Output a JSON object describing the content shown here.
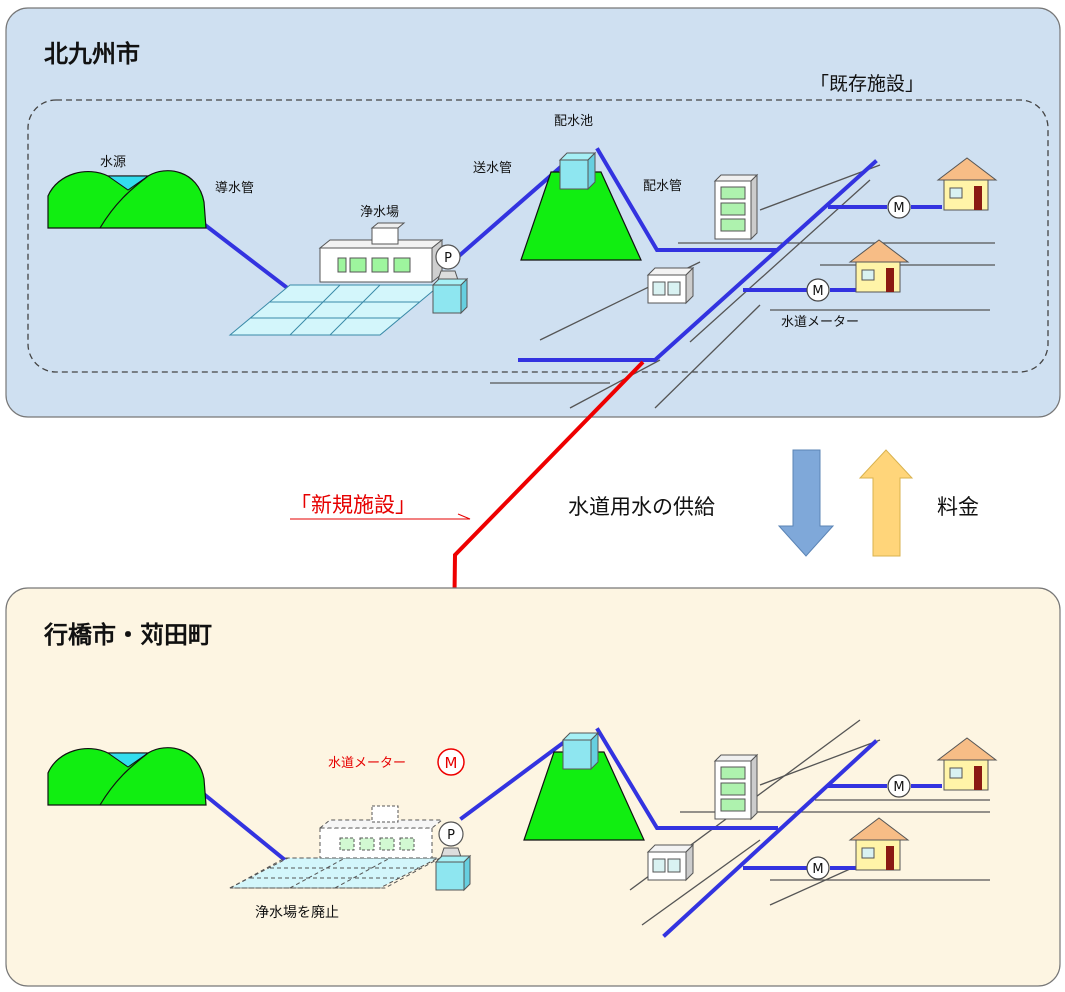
{
  "top_region": {
    "title": "北九州市",
    "existing_label": "「既存施設」",
    "water_source": "水源",
    "conduit": "導水管",
    "purification_plant": "浄水場",
    "transmission_pipe": "送水管",
    "distribution_reservoir": "配水池",
    "distribution_pipe": "配水管",
    "water_meter": "水道メーター",
    "pump_symbol": "P",
    "meter_symbol": "M"
  },
  "middle": {
    "new_facility_label": "「新規施設」",
    "supply_label": "水道用水の供給",
    "fee_label": "料金"
  },
  "bottom_region": {
    "title": "行橋市・苅田町",
    "water_meter": "水道メーター",
    "plant_abolished": "浄水場を廃止",
    "pump_symbol": "P",
    "meter_symbol": "M"
  },
  "colors": {
    "top_bg": "#cfe0f1",
    "bottom_bg": "#fdf5e2",
    "pipe_blue": "#3333e0",
    "pipe_red": "#ee0000",
    "mountain_green": "#11ee11",
    "down_arrow": "#7fa8d9",
    "up_arrow": "#ffd57a"
  }
}
